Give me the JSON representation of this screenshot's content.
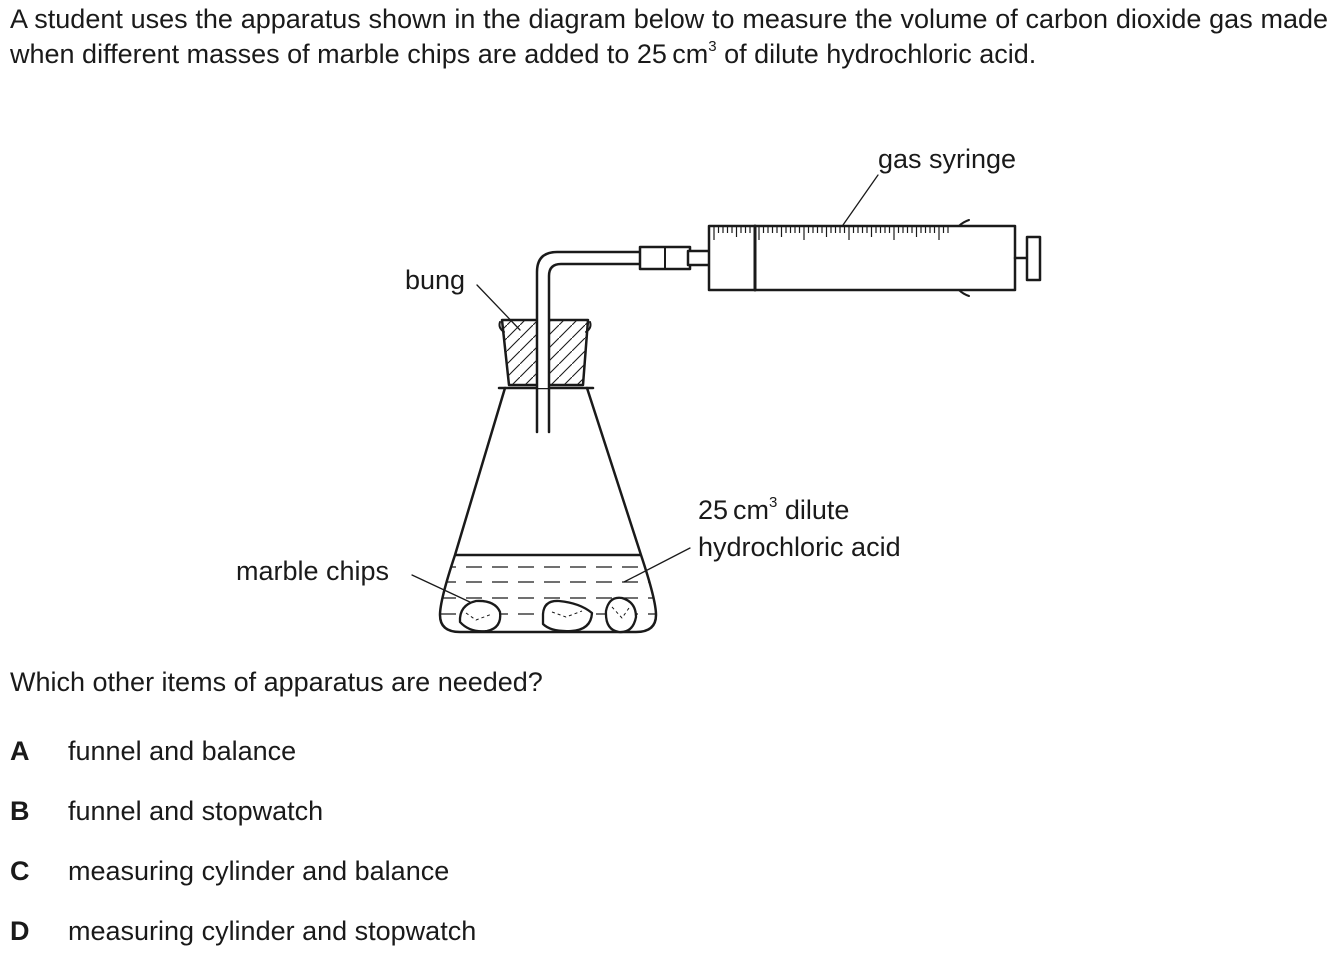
{
  "intro": {
    "part1": "A student uses the apparatus shown in the diagram below to measure the volume of carbon dioxide gas made when different masses of marble chips are added to 25",
    "unit": "cm",
    "unit_sup": "3",
    "part2": " of dilute hydrochloric acid."
  },
  "diagram": {
    "labels": {
      "gas_syringe": "gas syringe",
      "bung": "bung",
      "acid_line1_value": "25",
      "acid_line1_unit": "cm",
      "acid_line1_sup": "3",
      "acid_line1_rest": " dilute",
      "acid_line2": "hydrochloric acid",
      "marble_chips": "marble chips"
    }
  },
  "question": "Which other items of apparatus are needed?",
  "options": [
    {
      "letter": "A",
      "text": "funnel and balance"
    },
    {
      "letter": "B",
      "text": "funnel and stopwatch"
    },
    {
      "letter": "C",
      "text": "measuring cylinder and balance"
    },
    {
      "letter": "D",
      "text": "measuring cylinder and stopwatch"
    }
  ]
}
